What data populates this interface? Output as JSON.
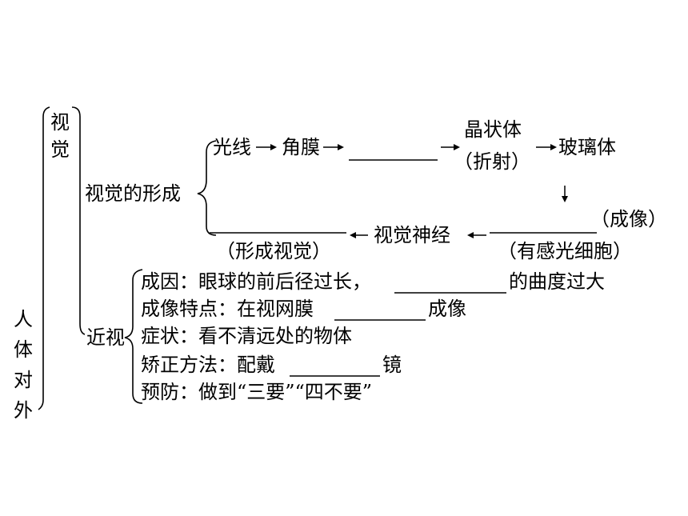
{
  "side_label": [
    "人",
    "体",
    "对",
    "外"
  ],
  "top_label": [
    "视",
    "觉"
  ],
  "branch_vision": "视觉的形成",
  "branch_myopia": "近视",
  "chain": {
    "light": "光线",
    "cornea": "角膜",
    "lens": "晶状体",
    "lens_note": "（折射）",
    "vitreous": "玻璃体",
    "imaging_note": "（成像）",
    "photoreceptor_note": "（有感光细胞）",
    "optic_nerve": "视觉神经",
    "vision_note": "（形成视觉）"
  },
  "myopia": {
    "cause_a": "成因：眼球的前后径过长，",
    "cause_b": "的曲度过大",
    "feature_a": "成像特点：在视网膜",
    "feature_b": "成像",
    "symptom": "症状：看不清远处的物体",
    "correction_a": "矫正方法：配戴",
    "correction_b": "镜",
    "prevention": "预防：做到“三要”“四不要”"
  }
}
